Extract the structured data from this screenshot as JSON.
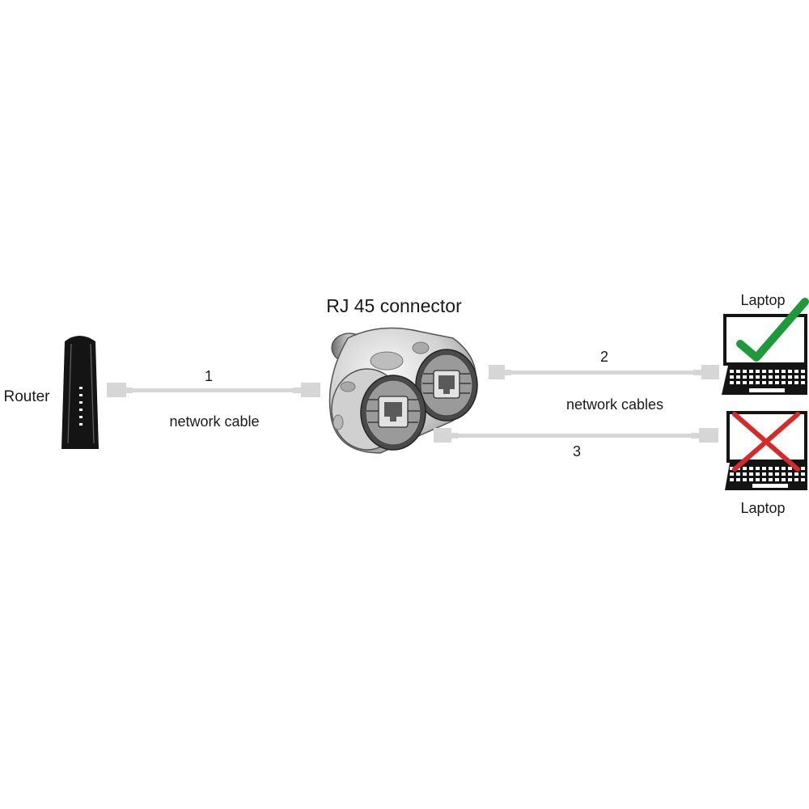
{
  "labels": {
    "router": "Router",
    "connector": "RJ 45 connector",
    "cable_1_number": "1",
    "cable_1_label": "network cable",
    "cable_2_number": "2",
    "cables_label": "network cables",
    "cable_3_number": "3",
    "laptop_top": "Laptop",
    "laptop_bottom": "Laptop"
  },
  "icons": {
    "check": "check-icon",
    "cross": "cross-icon"
  },
  "colors": {
    "cable": "#d6d6d6",
    "check": "#1f9a3a",
    "cross": "#d42a2a",
    "device": "#141414"
  }
}
